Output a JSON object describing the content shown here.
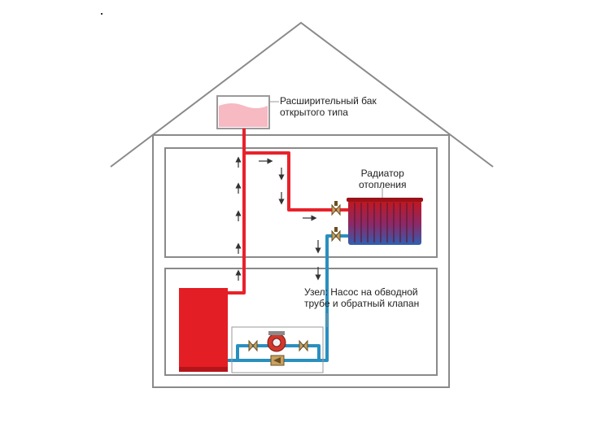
{
  "colors": {
    "hot_pipe": "#e8222b",
    "cold_pipe": "#2a8fbf",
    "boiler": "#e31e24",
    "house_outline": "#8a8a8a",
    "tank_water": "#f7b9c2",
    "radiator_top": "#c4161c",
    "radiator_bottom": "#2f5fb0",
    "text": "#222222"
  },
  "labels": {
    "tank_line1": "Расширительный бак",
    "tank_line2": "открытого типа",
    "radiator_line1": "Радиатор",
    "radiator_line2": "отопления",
    "node_line1": "Узел: Насос на обводной",
    "node_line2": "трубе и обратный клапан"
  },
  "icons": {
    "flow_arrow_hot": "arrow-icon",
    "flow_arrow_cold": "arrow-icon",
    "valve": "valve-icon",
    "pump": "pump-icon",
    "check_valve": "check-valve-icon"
  }
}
